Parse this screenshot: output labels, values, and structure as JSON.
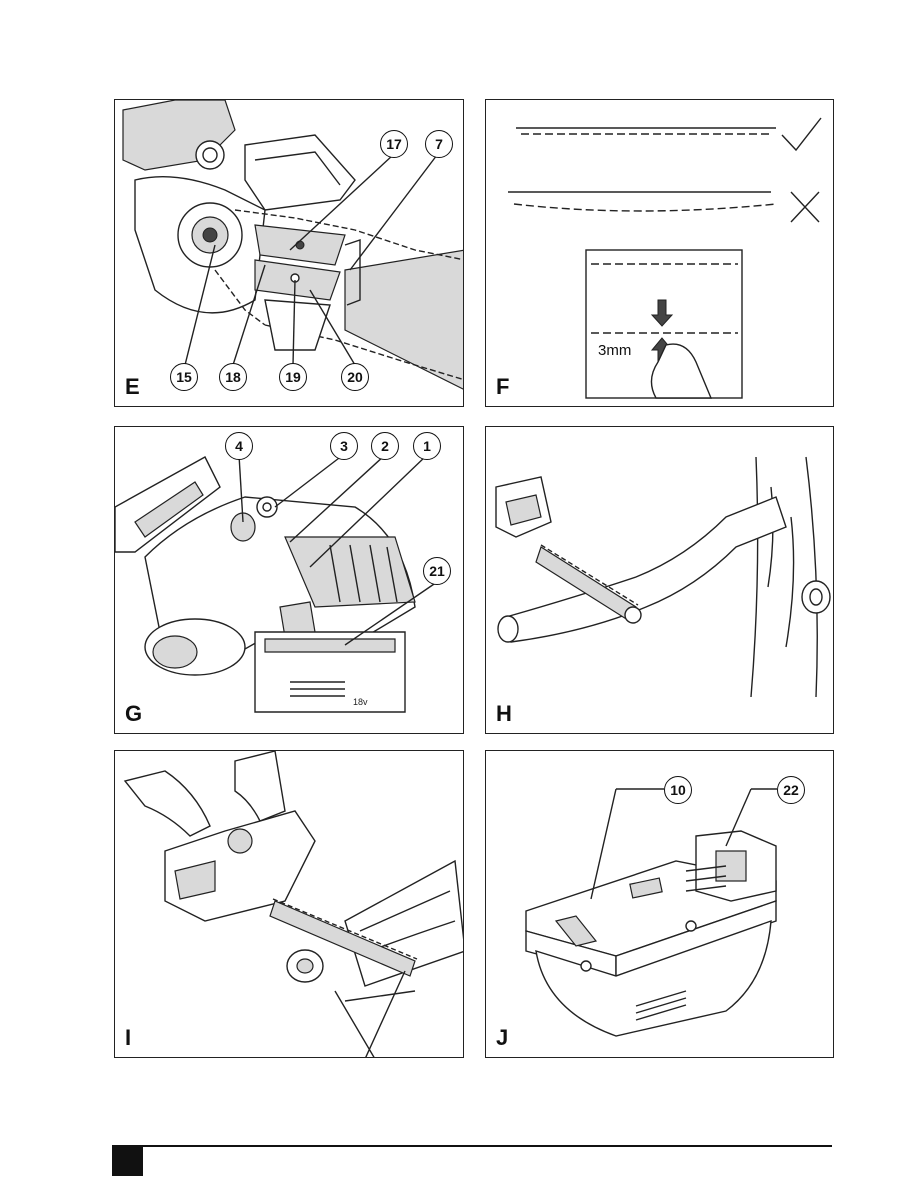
{
  "panels": {
    "E": {
      "letter": "E",
      "callouts": [
        "17",
        "7",
        "15",
        "18",
        "19",
        "20"
      ]
    },
    "F": {
      "letter": "F",
      "measure_label": "3mm",
      "correct_icon": "check-mark-icon",
      "wrong_icon": "cross-mark-icon"
    },
    "G": {
      "letter": "G",
      "callouts": [
        "4",
        "3",
        "2",
        "1",
        "21"
      ],
      "battery_label": "18v"
    },
    "H": {
      "letter": "H"
    },
    "I": {
      "letter": "I"
    },
    "J": {
      "letter": "J",
      "callouts": [
        "10",
        "22"
      ]
    }
  },
  "colors": {
    "line": "#222222",
    "footer": "#111111"
  }
}
